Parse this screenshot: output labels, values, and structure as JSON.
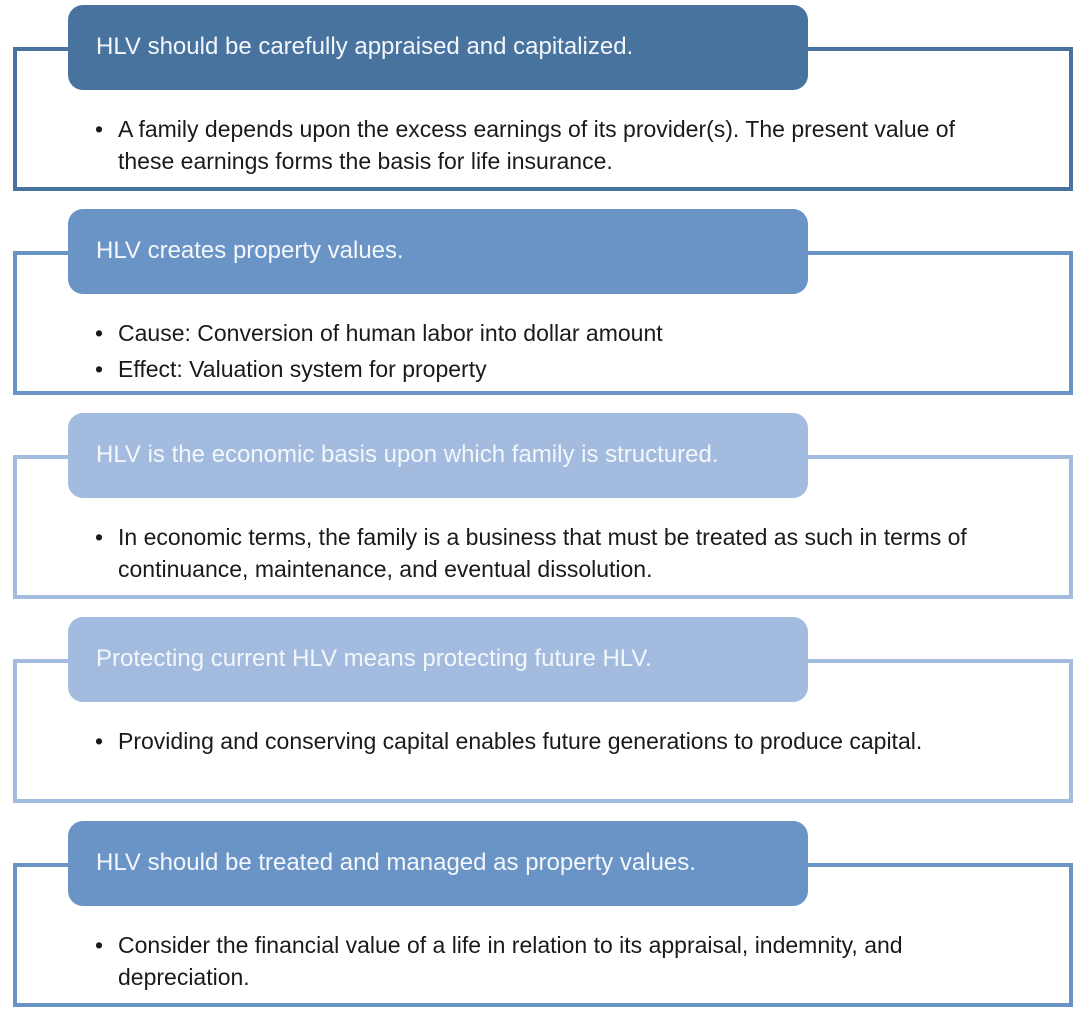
{
  "colors": {
    "background": "#FFFFFF",
    "dark": "#47739E",
    "medium": "#6B94C6",
    "light": "#A2BBDE",
    "header_text": "#F3F7FB",
    "body_text": "#1A1A1A"
  },
  "sections": [
    {
      "tone": "dark",
      "title": "HLV should be carefully appraised and capitalized.",
      "bullets": [
        "A family depends upon the excess earnings of its provider(s). The present value of these earnings forms the basis for life insurance."
      ]
    },
    {
      "tone": "medium",
      "title": "HLV creates property values.",
      "bullets": [
        "Cause: Conversion of human labor into dollar amount",
        "Effect: Valuation system for property"
      ]
    },
    {
      "tone": "light",
      "title": "HLV is the economic basis upon which family is structured.",
      "bullets": [
        "In economic terms, the family is a business that must be treated as such in terms of continuance, maintenance, and eventual dissolution."
      ]
    },
    {
      "tone": "light",
      "title": "Protecting current HLV means protecting future HLV.",
      "bullets": [
        "Providing and conserving capital enables future generations to produce capital."
      ]
    },
    {
      "tone": "medium",
      "title": "HLV should be treated and managed as property values.",
      "bullets": [
        "Consider the financial value of a life in relation to its appraisal, indemnity, and depreciation."
      ]
    }
  ]
}
